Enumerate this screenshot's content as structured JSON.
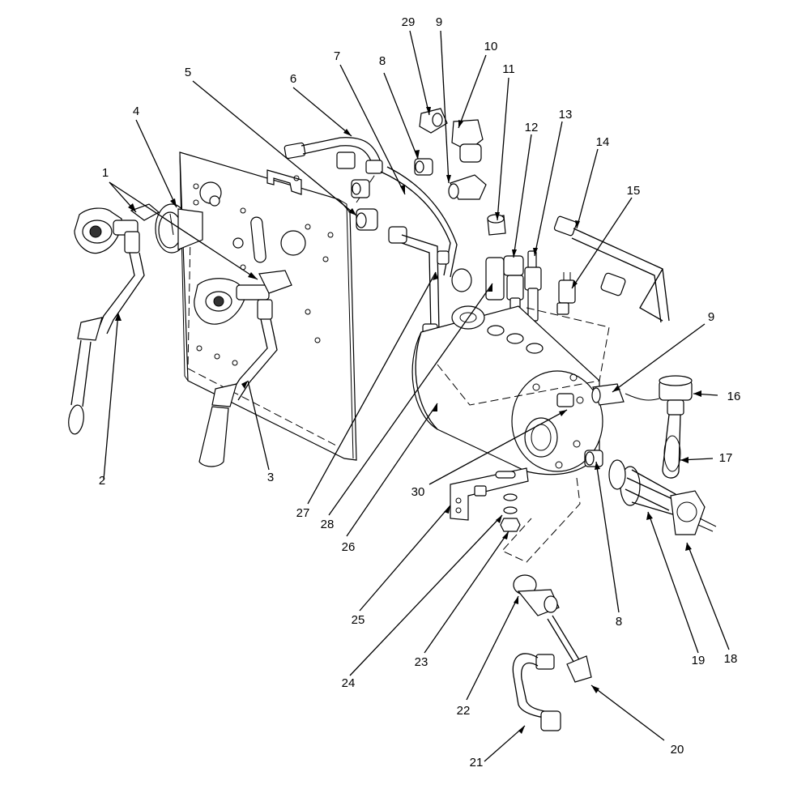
{
  "callouts": [
    {
      "id": "c1",
      "text": "1"
    },
    {
      "id": "c2",
      "text": "2"
    },
    {
      "id": "c3",
      "text": "3"
    },
    {
      "id": "c4",
      "text": "4"
    },
    {
      "id": "c5",
      "text": "5"
    },
    {
      "id": "c6",
      "text": "6"
    },
    {
      "id": "c7",
      "text": "7"
    },
    {
      "id": "c8a",
      "text": "8"
    },
    {
      "id": "c8b",
      "text": "8"
    },
    {
      "id": "c9a",
      "text": "9"
    },
    {
      "id": "c9b",
      "text": "9"
    },
    {
      "id": "c10",
      "text": "10"
    },
    {
      "id": "c11",
      "text": "11"
    },
    {
      "id": "c12",
      "text": "12"
    },
    {
      "id": "c13",
      "text": "13"
    },
    {
      "id": "c14",
      "text": "14"
    },
    {
      "id": "c15",
      "text": "15"
    },
    {
      "id": "c16",
      "text": "16"
    },
    {
      "id": "c17",
      "text": "17"
    },
    {
      "id": "c18",
      "text": "18"
    },
    {
      "id": "c19",
      "text": "19"
    },
    {
      "id": "c20",
      "text": "20"
    },
    {
      "id": "c21",
      "text": "21"
    },
    {
      "id": "c22",
      "text": "22"
    },
    {
      "id": "c23",
      "text": "23"
    },
    {
      "id": "c24",
      "text": "24"
    },
    {
      "id": "c25",
      "text": "25"
    },
    {
      "id": "c26",
      "text": "26"
    },
    {
      "id": "c27",
      "text": "27"
    },
    {
      "id": "c28",
      "text": "28"
    },
    {
      "id": "c29",
      "text": "29"
    },
    {
      "id": "c30",
      "text": "30"
    }
  ]
}
